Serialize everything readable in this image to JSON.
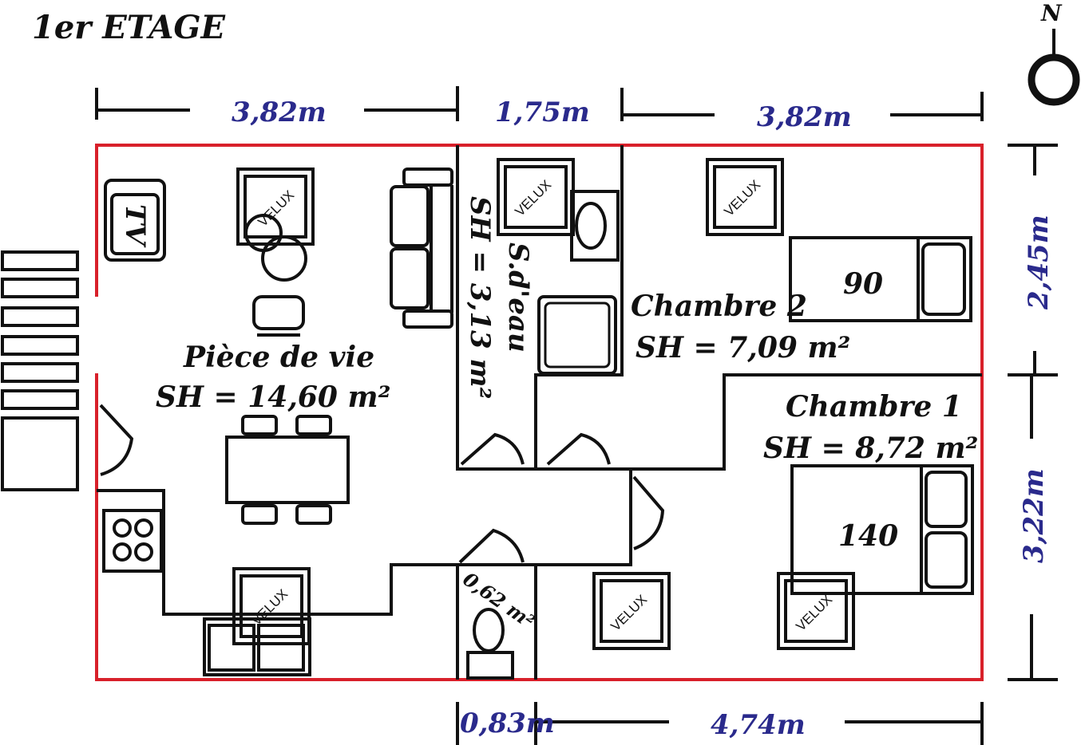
{
  "title": "1er ETAGE",
  "north": "N",
  "colors": {
    "outline": "#d8202a",
    "dimension": "#2a2a8c",
    "wall": "#111111"
  },
  "dimensions": {
    "top_left": "3,82m",
    "top_mid": "1,75m",
    "top_right": "3,82m",
    "right_top": "2,45m",
    "right_bottom": "3,22m",
    "bottom_left": "0,83m",
    "bottom_right": "4,74m"
  },
  "rooms": {
    "living": {
      "name": "Pièce de vie",
      "area": "SH = 14,60 m²"
    },
    "bathroom": {
      "name": "S.d'eau",
      "area": "SH = 3,13 m²"
    },
    "bedroom2": {
      "name": "Chambre 2",
      "area": "SH = 7,09 m²",
      "bed": "90"
    },
    "bedroom1": {
      "name": "Chambre 1",
      "area": "SH = 8,72 m²",
      "bed": "140"
    },
    "wc": {
      "area": "0,62 m²"
    }
  },
  "furniture": {
    "tv": "TV",
    "velux": "VELUX"
  }
}
